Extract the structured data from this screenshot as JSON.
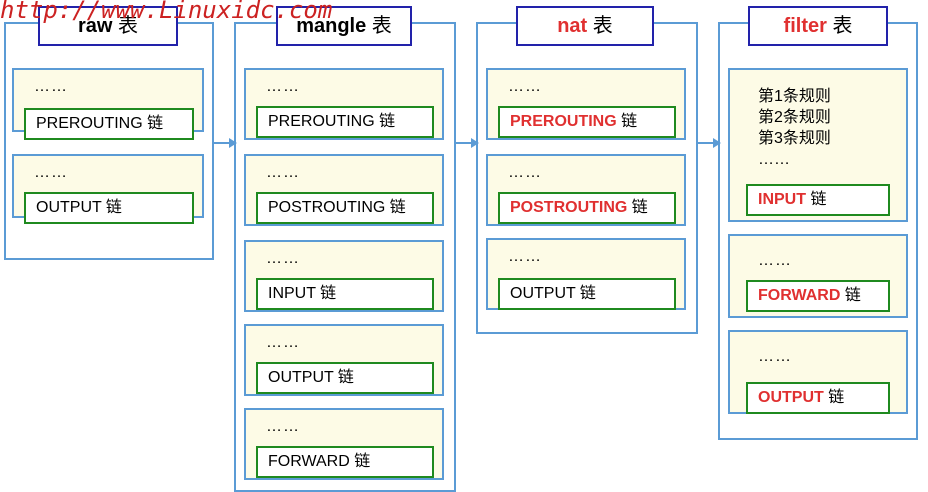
{
  "watermark": "http://www.Linuxidc.com",
  "tables": [
    {
      "id": "raw",
      "name": "raw",
      "suffix": " 表",
      "name_red": false,
      "chains": [
        {
          "dots": "……",
          "name": "PREROUTING",
          "suffix": " 链",
          "red": false
        },
        {
          "dots": "……",
          "name": "OUTPUT",
          "suffix": " 链",
          "red": false
        }
      ]
    },
    {
      "id": "mangle",
      "name": "mangle",
      "suffix": " 表",
      "name_red": false,
      "chains": [
        {
          "dots": "……",
          "name": "PREROUTING",
          "suffix": " 链",
          "red": false
        },
        {
          "dots": "……",
          "name": "POSTROUTING",
          "suffix": " 链",
          "red": false
        },
        {
          "dots": "……",
          "name": "INPUT",
          "suffix": " 链",
          "red": false
        },
        {
          "dots": "……",
          "name": "OUTPUT",
          "suffix": " 链",
          "red": false
        },
        {
          "dots": "……",
          "name": "FORWARD",
          "suffix": " 链",
          "red": false
        }
      ]
    },
    {
      "id": "nat",
      "name": "nat",
      "suffix": " 表",
      "name_red": true,
      "chains": [
        {
          "dots": "……",
          "name": "PREROUTING",
          "suffix": " 链",
          "red": true
        },
        {
          "dots": "……",
          "name": "POSTROUTING",
          "suffix": " 链",
          "red": true
        },
        {
          "dots": "……",
          "name": "OUTPUT",
          "suffix": " 链",
          "red": false
        }
      ]
    },
    {
      "id": "filter",
      "name": "filter",
      "suffix": " 表",
      "name_red": true,
      "rules": [
        "第1条规则",
        "第2条规则",
        "第3条规则",
        "……"
      ],
      "chains": [
        {
          "dots": "",
          "name": "INPUT",
          "suffix": " 链",
          "red": true
        },
        {
          "dots": "……",
          "name": "FORWARD",
          "suffix": " 链",
          "red": true
        },
        {
          "dots": "……",
          "name": "OUTPUT",
          "suffix": " 链",
          "red": true
        }
      ]
    }
  ],
  "colors": {
    "table_border": "#5b9bd5",
    "title_border": "#2222aa",
    "chain_border": "#1f8a1f",
    "card_fill": "#fdfbe6",
    "highlight_red": "#e03030"
  }
}
